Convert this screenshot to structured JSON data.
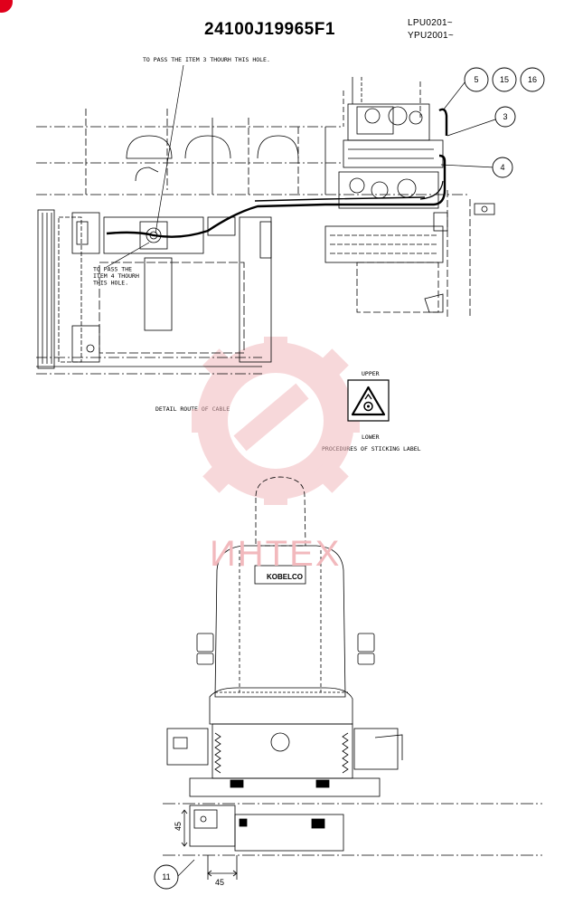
{
  "header": {
    "part_number": "24100J19965F1",
    "serial_1": "LPU0201~",
    "serial_2": "YPU2001~"
  },
  "notes": {
    "item3_route": "TO PASS THE ITEM 3 THOURH THIS HOLE.",
    "item4_route": "TO PASS THE\nITEM 4 THOURH\nTHIS HOLE.",
    "detail_route": "DETAIL ROUTE OF CABLE",
    "label_upper": "UPPER",
    "label_lower": "LOWER",
    "label_procedure": "PROCEDURES OF STICKING LABEL"
  },
  "callouts": [
    "5",
    "15",
    "16",
    "3",
    "4",
    "11"
  ],
  "dimensions": {
    "vertical": "45",
    "horizontal": "45"
  },
  "seat_brand": "KOBELCO",
  "watermark": {
    "text": "ИНТЕХ",
    "color": "#f2b9bd"
  },
  "colors": {
    "accent": "#e0001b",
    "line": "#000000"
  }
}
